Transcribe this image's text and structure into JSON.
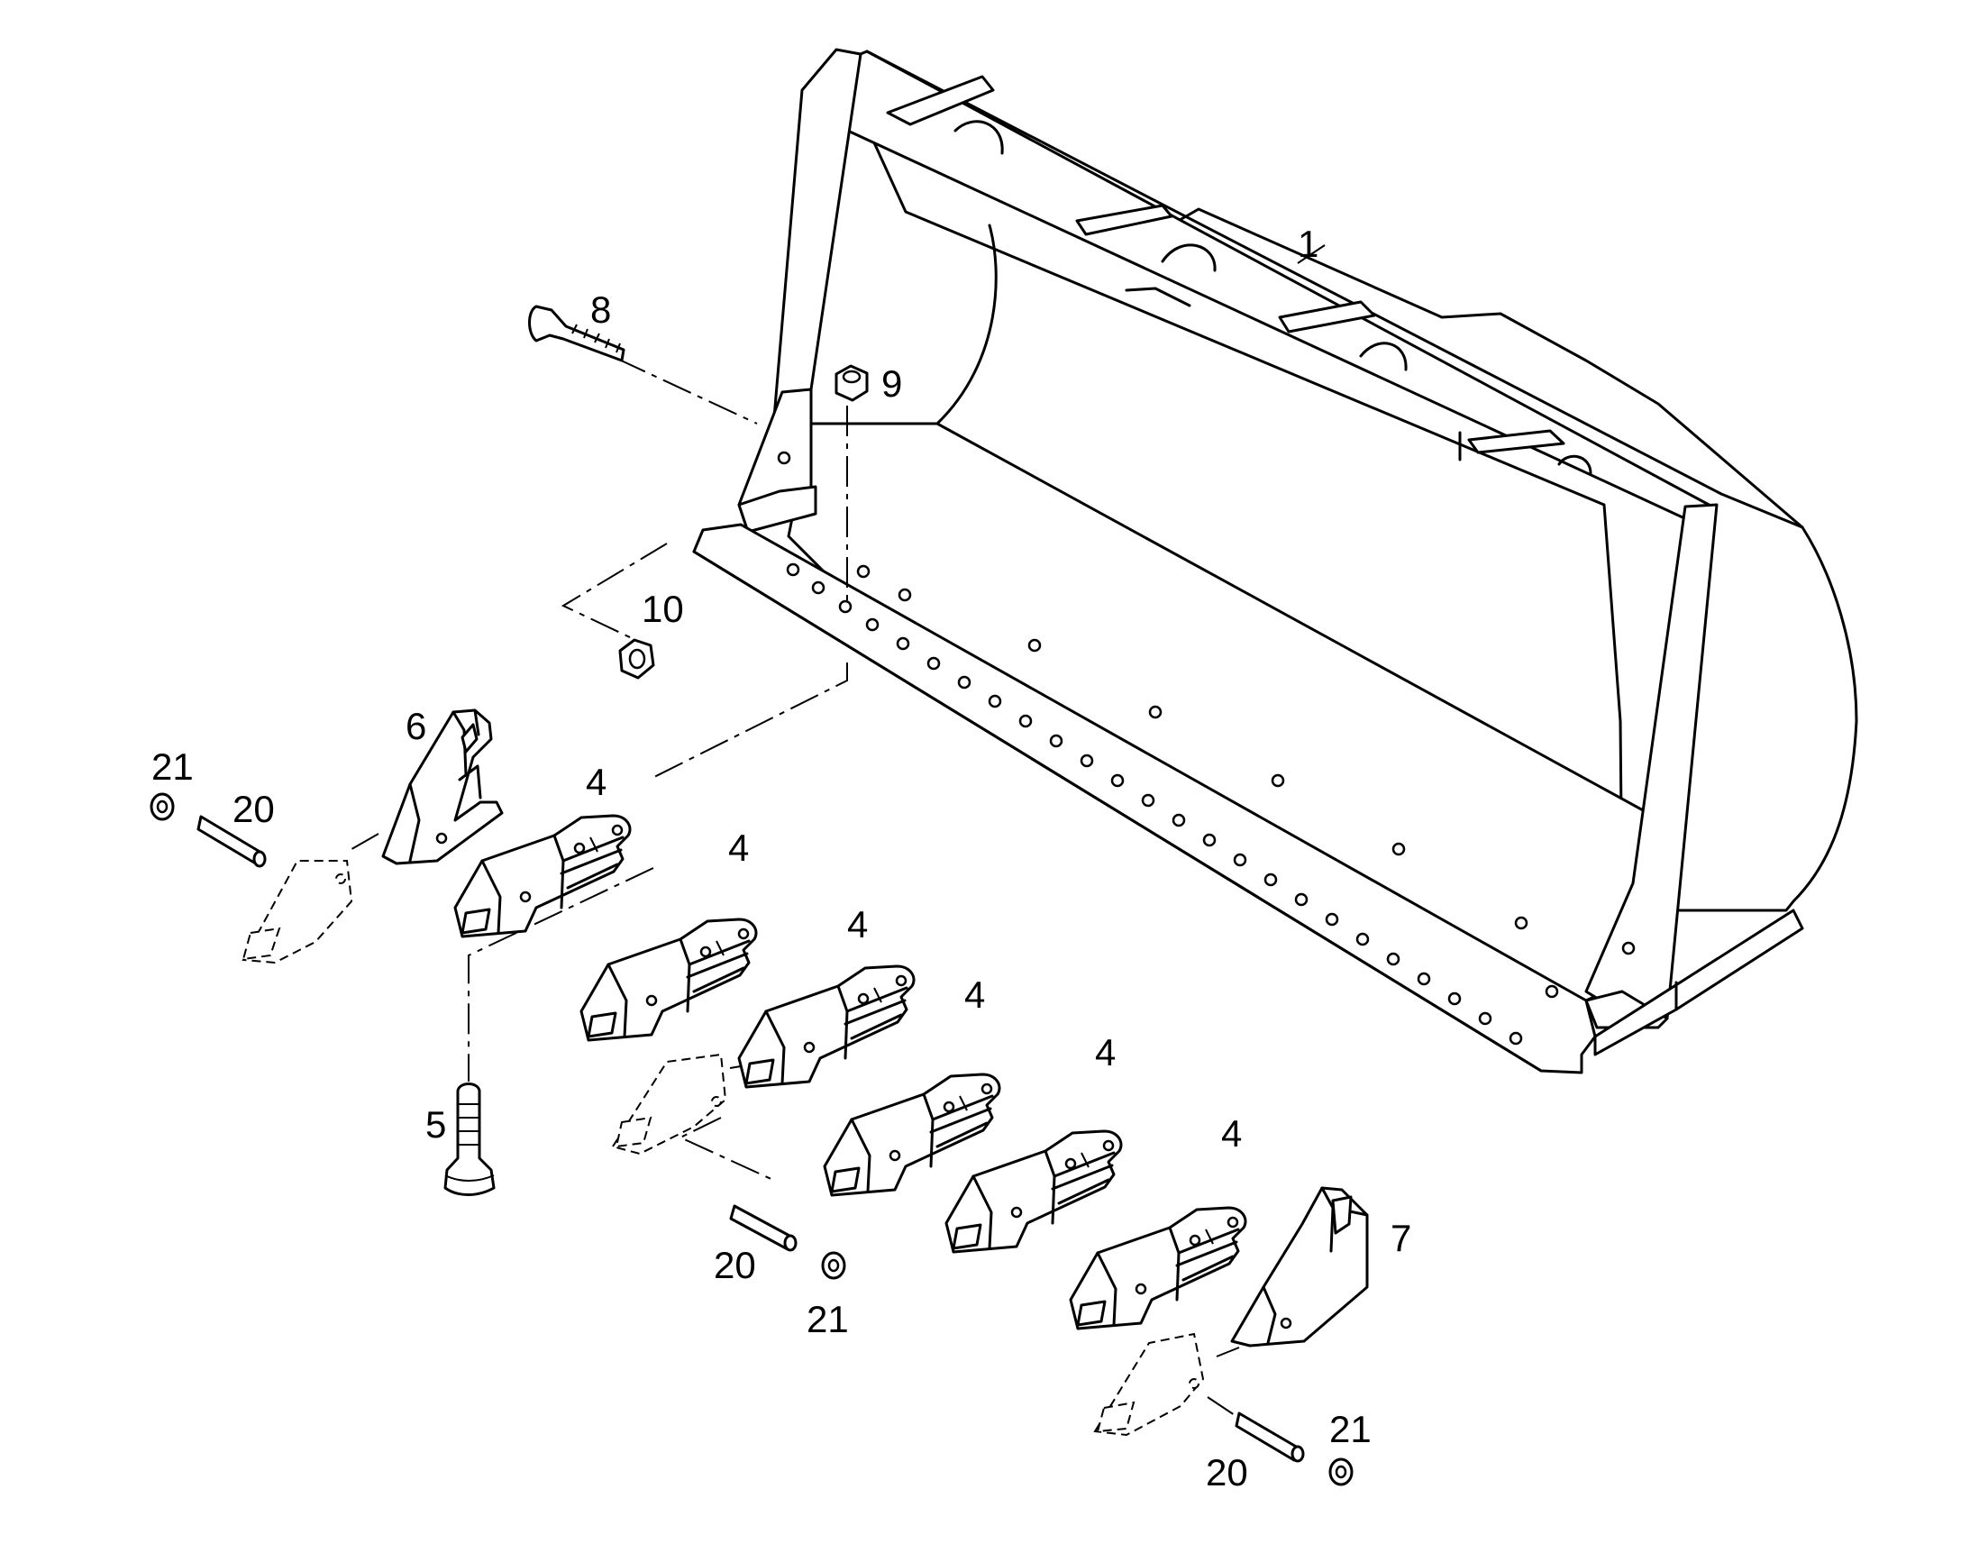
{
  "callouts": {
    "c1": "1",
    "c4a": "4",
    "c4b": "4",
    "c4c": "4",
    "c4d": "4",
    "c4e": "4",
    "c4f": "4",
    "c5": "5",
    "c6": "6",
    "c7": "7",
    "c8": "8",
    "c9": "9",
    "c10": "10",
    "c20a": "20",
    "c20b": "20",
    "c20c": "20",
    "c21a": "21",
    "c21b": "21",
    "c21c": "21"
  }
}
